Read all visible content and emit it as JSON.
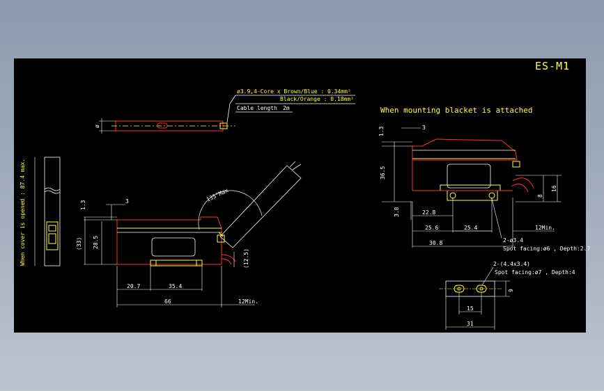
{
  "drawing": {
    "title": "ES-M1",
    "note_when_mounting": "When mounting blacket is attached"
  },
  "cable_spec": {
    "line1": "ø3.9,4-Core x Brown/Blue : 0.34mm²",
    "line2": "Black/Orange : 0.18mm²",
    "cable_length_label": "Cable length",
    "cable_length_value": "2m",
    "diameter_label": "ø"
  },
  "side_view": {
    "cover_note": "When cover is opened : 87.4 max."
  },
  "main_view": {
    "dim_1_3": "1.3",
    "dim_3": "3",
    "dim_33": "(33)",
    "dim_28_5": "28.5",
    "dim_20_7": "20.7",
    "dim_35_4": "35.4",
    "dim_66": "66",
    "dim_12min": "12Min.",
    "dim_12_5": "(12.5)",
    "angle": "135°Max"
  },
  "bracket_view": {
    "dim_1_3": "1.3",
    "dim_3": "3",
    "dim_36_5": "36.5",
    "dim_16": "16",
    "dim_8": "8",
    "dim_3_8": "3.8",
    "dim_22_8": "22.8",
    "dim_25_6": "25.6",
    "dim_25_4": "25.4",
    "dim_30_8": "30.8",
    "dim_12min": "12Min.",
    "hole_note": "2-ø3.4",
    "spot_facing": "Spot facing:ø6 , Depth:2.7"
  },
  "bottom_view": {
    "hole_note": "2-(4.4x3.4)",
    "spot_facing": "Spot facing:ø7 , Depth:4",
    "dim_9": "9",
    "dim_15": "15",
    "dim_31": "31"
  }
}
